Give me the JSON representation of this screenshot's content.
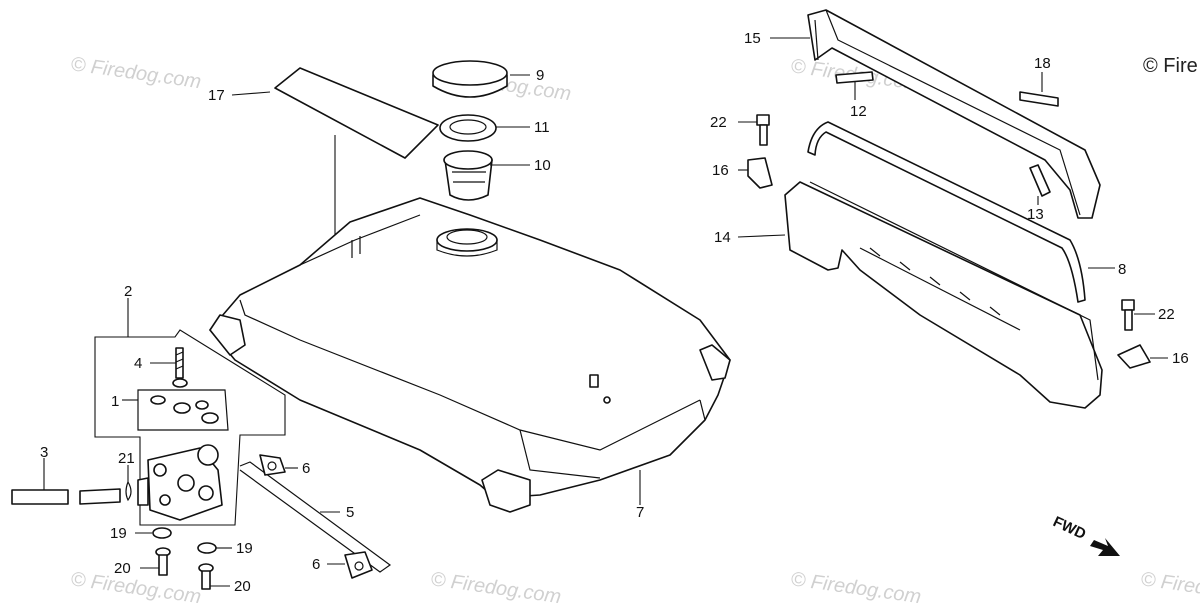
{
  "watermark": {
    "text": "© Firedog.com",
    "copyright": "© Fire"
  },
  "direction_label": "FWD",
  "callouts": {
    "c1": "1",
    "c2": "2",
    "c3": "3",
    "c4": "4",
    "c5": "5",
    "c6a": "6",
    "c6b": "6",
    "c7": "7",
    "c8": "8",
    "c9": "9",
    "c10": "10",
    "c11": "11",
    "c12": "12",
    "c13": "13",
    "c14": "14",
    "c15": "15",
    "c16a": "16",
    "c16b": "16",
    "c17": "17",
    "c18": "18",
    "c19a": "19",
    "c19b": "19",
    "c20a": "20",
    "c20b": "20",
    "c21": "21",
    "c22a": "22",
    "c22b": "22"
  }
}
